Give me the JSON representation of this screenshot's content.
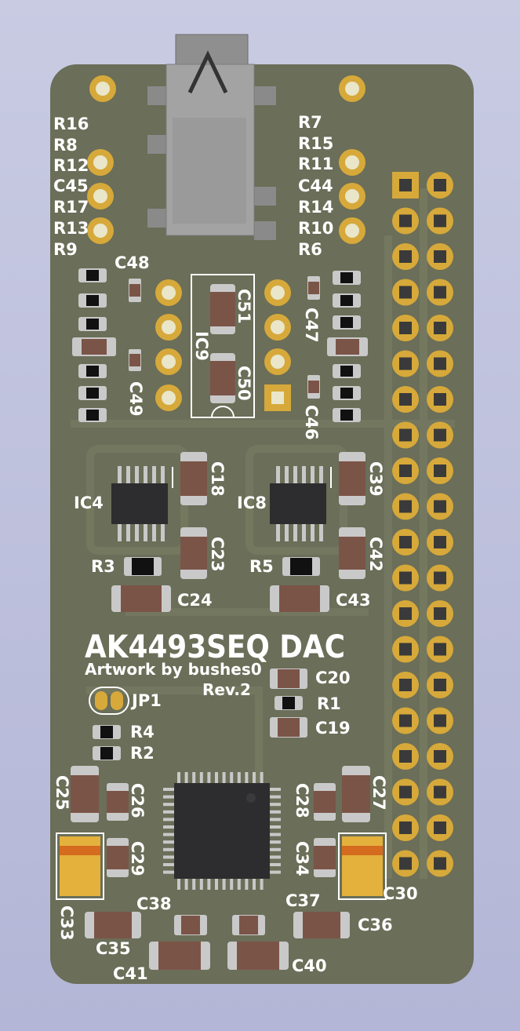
{
  "board": {
    "title": "AK4493SEQ DAC",
    "credit": "Artwork by bushes0",
    "revision": "Rev.2"
  },
  "colors": {
    "background": "#c2c4e0",
    "pcb": "#6b6e58",
    "pcb_trace": "#74775f",
    "silkscreen": "#ffffff",
    "gold": "#d6a93a",
    "ceramic": "#7b5448",
    "tantalum": "#e3b13c",
    "ic": "#2d2d2f"
  },
  "labels": {
    "R16": "R16",
    "R8": "R8",
    "R12": "R12",
    "C45": "C45",
    "R17": "R17",
    "R13": "R13",
    "R9": "R9",
    "R7": "R7",
    "R15": "R15",
    "R11": "R11",
    "C44": "C44",
    "R14": "R14",
    "R10": "R10",
    "R6": "R6",
    "C48": "C48",
    "C51": "C51",
    "C50": "C50",
    "IC9": "IC9",
    "C47": "C47",
    "C49": "C49",
    "C46": "C46",
    "IC4": "IC4",
    "IC8": "IC8",
    "C18": "C18",
    "C39": "C39",
    "C23": "C23",
    "C42": "C42",
    "R3": "R3",
    "R5": "R5",
    "C24": "C24",
    "C43": "C43",
    "C20": "C20",
    "R1": "R1",
    "C19": "C19",
    "JP1": "JP1",
    "R4": "R4",
    "R2": "R2",
    "C25": "C25",
    "C26": "C26",
    "C28": "C28",
    "C27": "C27",
    "C29": "C29",
    "C34": "C34",
    "C33": "C33",
    "C30": "C30",
    "C38": "C38",
    "C37": "C37",
    "C35": "C35",
    "C36": "C36",
    "C41": "C41",
    "C40": "C40"
  }
}
